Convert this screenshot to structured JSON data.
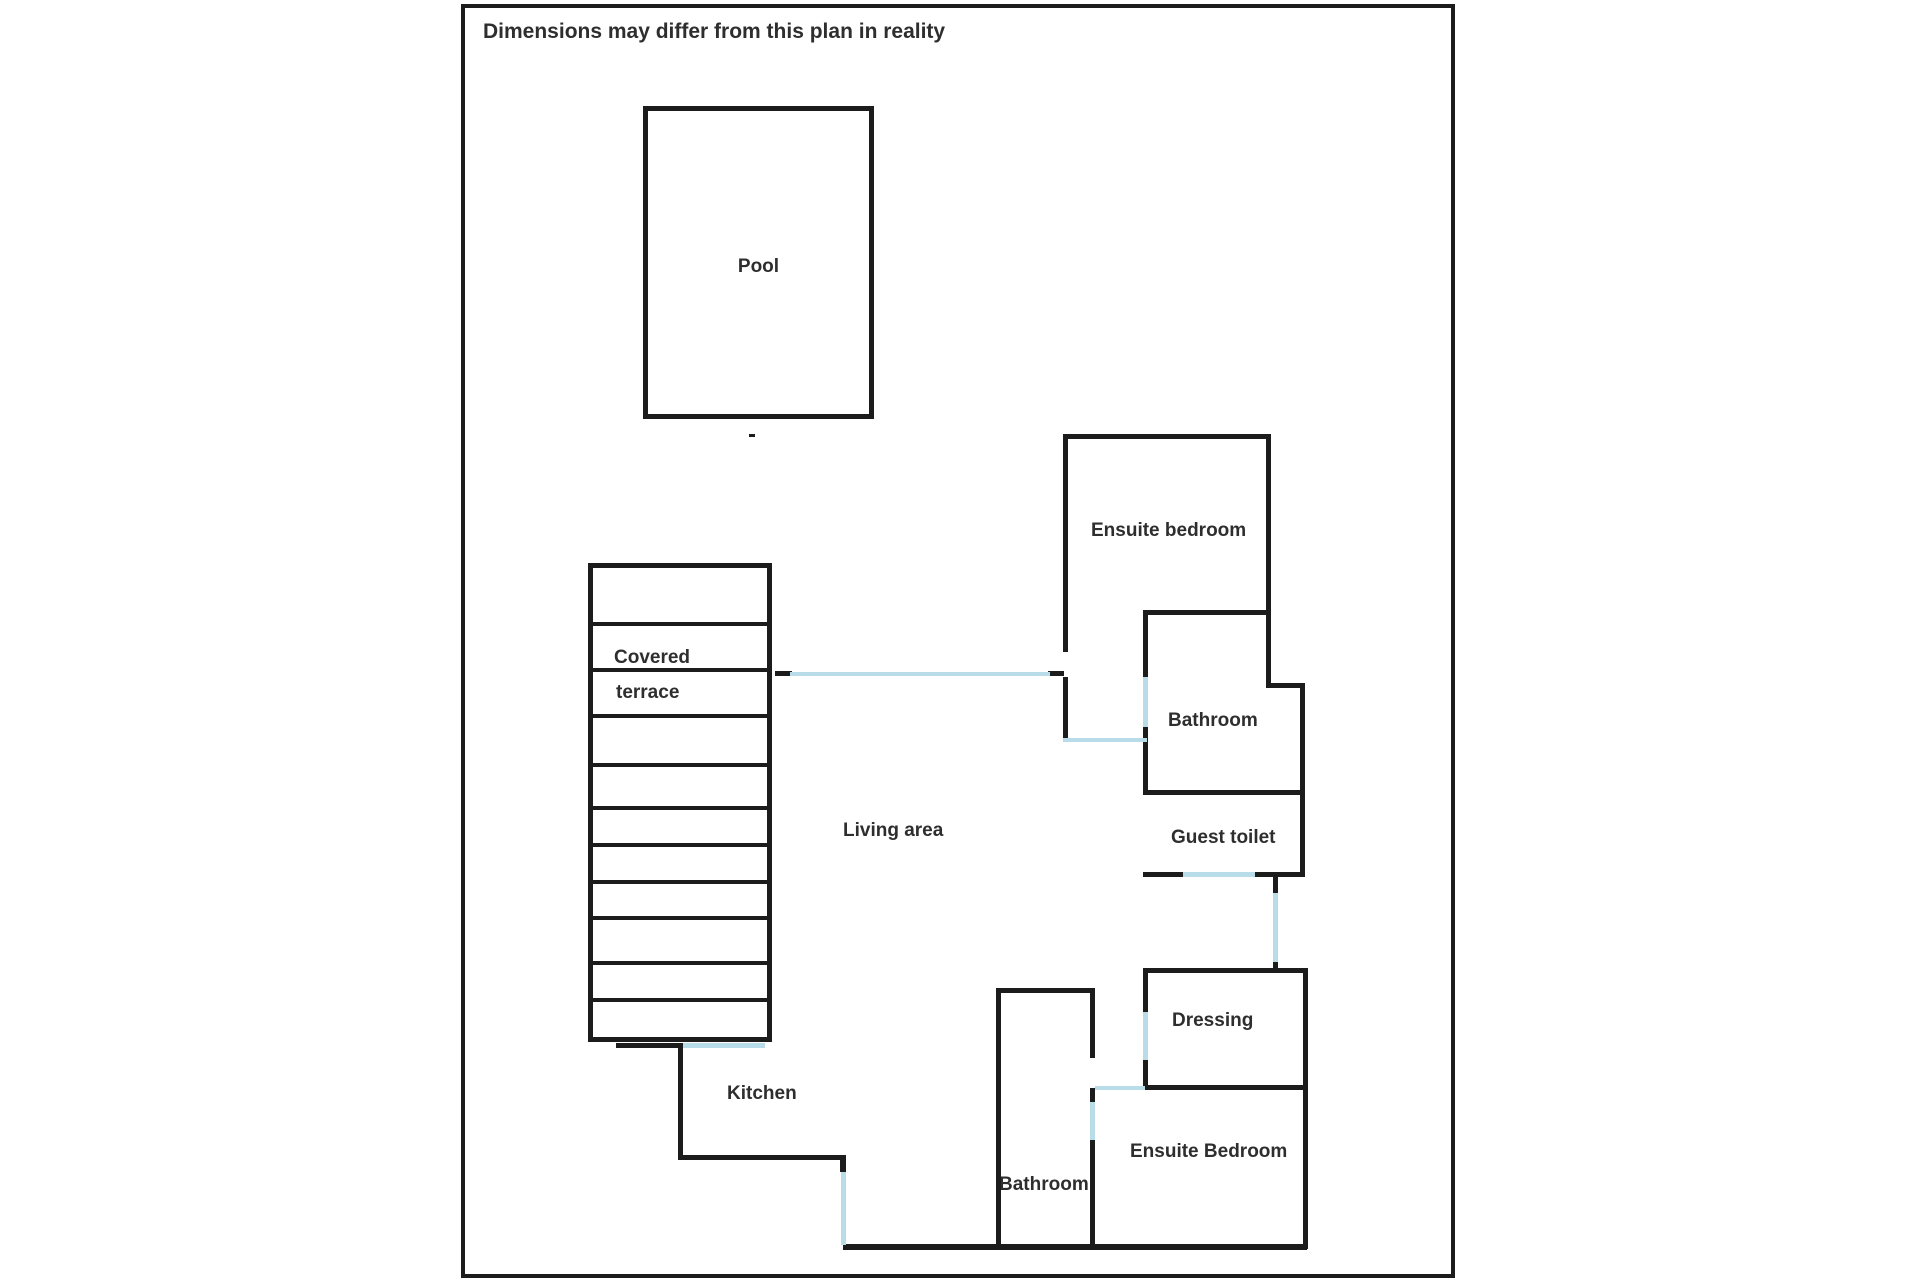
{
  "title": "Dimensions may differ from this plan in reality",
  "colors": {
    "wall": "#1c1c1c",
    "door_window": "#b9dde8",
    "text": "#2e2e2e"
  },
  "rooms": {
    "pool": "Pool",
    "covered_terrace_line1": "Covered",
    "covered_terrace_line2": "terrace",
    "living_area": "Living area",
    "kitchen": "Kitchen",
    "ensuite_bedroom_top": "Ensuite bedroom",
    "bathroom_top": "Bathroom",
    "guest_toilet": "Guest toilet",
    "dressing": "Dressing",
    "bathroom_bottom": "Bathroom",
    "ensuite_bedroom_bottom": "Ensuite Bedroom"
  }
}
